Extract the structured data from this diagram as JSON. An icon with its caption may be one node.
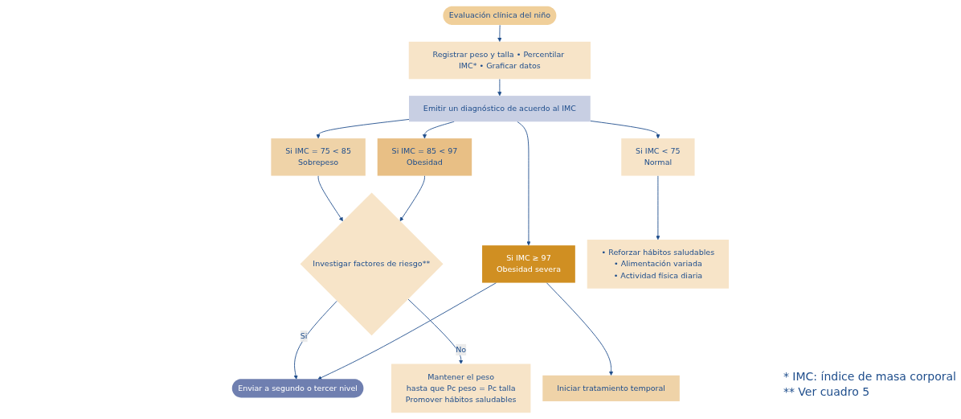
{
  "diagram": {
    "nodes": [
      {
        "text": [
          "Evaluación clínica del niño"
        ]
      },
      {
        "text": [
          "Registrar peso y talla • Percentilar IMC* • Graficar datos"
        ]
      },
      {
        "text": [
          "Emitir un diagnóstico de acuerdo al IMC"
        ]
      },
      {
        "text": [
          "Si IMC < 75",
          "Normal"
        ]
      },
      {
        "text": [
          "Si IMC = 75 < 85",
          "Sobrepeso"
        ]
      },
      {
        "text": [
          "Si IMC = 85 < 97",
          "Obesidad"
        ]
      },
      {
        "text": [
          "Si IMC ≥ 97",
          "Obesidad severa"
        ]
      },
      {
        "text": [
          "Investigar factores de riesgo**"
        ]
      },
      {
        "text": [
          "Enviar a segundo o tercer nivel"
        ]
      },
      {
        "text": [
          "Iniciar tratamiento temporal"
        ]
      },
      {
        "text": [
          "• Reforzar hábitos saludables",
          "• Alimentación variada",
          "• Actividad física diaria"
        ]
      },
      {
        "text": [
          "Mantener el peso",
          "hasta que Pc peso = Pc talla",
          "Promover hábitos saludables"
        ]
      }
    ],
    "edges": [
      {
        "from": 0,
        "to": 1,
        "arrow": "to"
      },
      {
        "from": 1,
        "to": 2,
        "arrow": "to"
      },
      {
        "from": 2,
        "to": 3,
        "arrow": "to"
      },
      {
        "from": 2,
        "to": 4,
        "arrow": "to"
      },
      {
        "from": 2,
        "to": 5,
        "arrow": "to"
      },
      {
        "from": 2,
        "to": 6,
        "arrow": "to"
      },
      {
        "from": 4,
        "to": 7,
        "arrow": "to"
      },
      {
        "from": 5,
        "to": 7,
        "arrow": "to"
      },
      {
        "from": 7,
        "to": 8,
        "label": "Si",
        "arrow": "to"
      },
      {
        "from": 6,
        "to": 8,
        "arrow": "to"
      },
      {
        "from": 6,
        "to": 9,
        "arrow": "to"
      },
      {
        "from": 7,
        "to": 11,
        "label": "No",
        "arrow": "to"
      },
      {
        "from": 3,
        "to": 10,
        "arrow": "to"
      }
    ],
    "labels": [
      "* IMC: índice de masa corporal",
      "** Ver cuadro 5"
    ]
  }
}
